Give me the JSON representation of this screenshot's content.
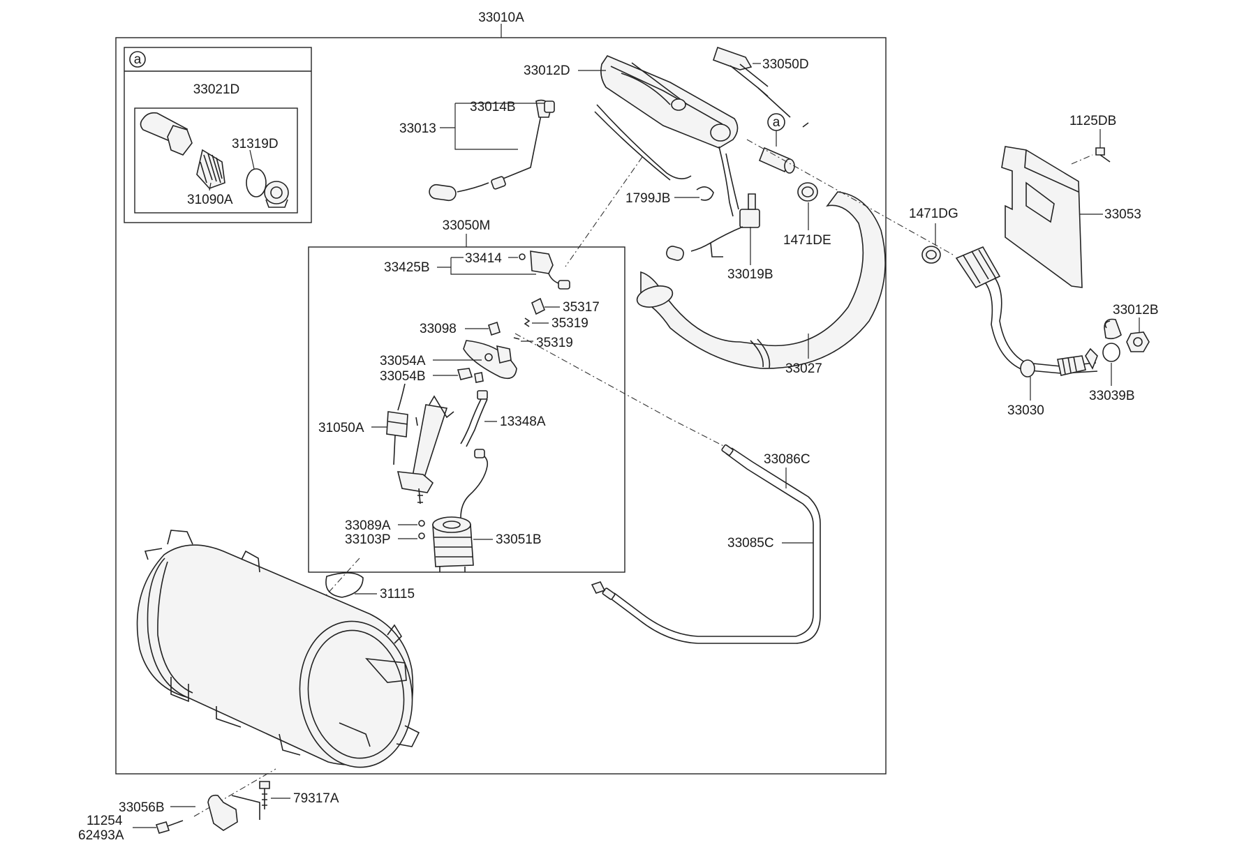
{
  "title_part": "33010A",
  "callout_letter": "a",
  "labels": {
    "p33021D": "33021D",
    "p31319D": "31319D",
    "p31090A": "31090A",
    "p33012D": "33012D",
    "p33050D": "33050D",
    "p33014B": "33014B",
    "p33013": "33013",
    "p1125DB": "1125DB",
    "p1799JB": "1799JB",
    "p33053": "33053",
    "p1471DG": "1471DG",
    "p1471DE": "1471DE",
    "p33019B": "33019B",
    "p33050M": "33050M",
    "p33414": "33414",
    "p33425B": "33425B",
    "p35317": "35317",
    "p35319a": "35319",
    "p35319b": "35319",
    "p33098": "33098",
    "p33054A": "33054A",
    "p33054B": "33054B",
    "p31050A": "31050A",
    "p13348A": "13348A",
    "p33089A": "33089A",
    "p33103P": "33103P",
    "p33051B": "33051B",
    "p31115": "31115",
    "p33027": "33027",
    "p33012B": "33012B",
    "p33030": "33030",
    "p33039B": "33039B",
    "p33086C": "33086C",
    "p33085C": "33085C",
    "p33056B": "33056B",
    "p79317A": "79317A",
    "p11254": "11254",
    "p62493A": "62493A"
  }
}
